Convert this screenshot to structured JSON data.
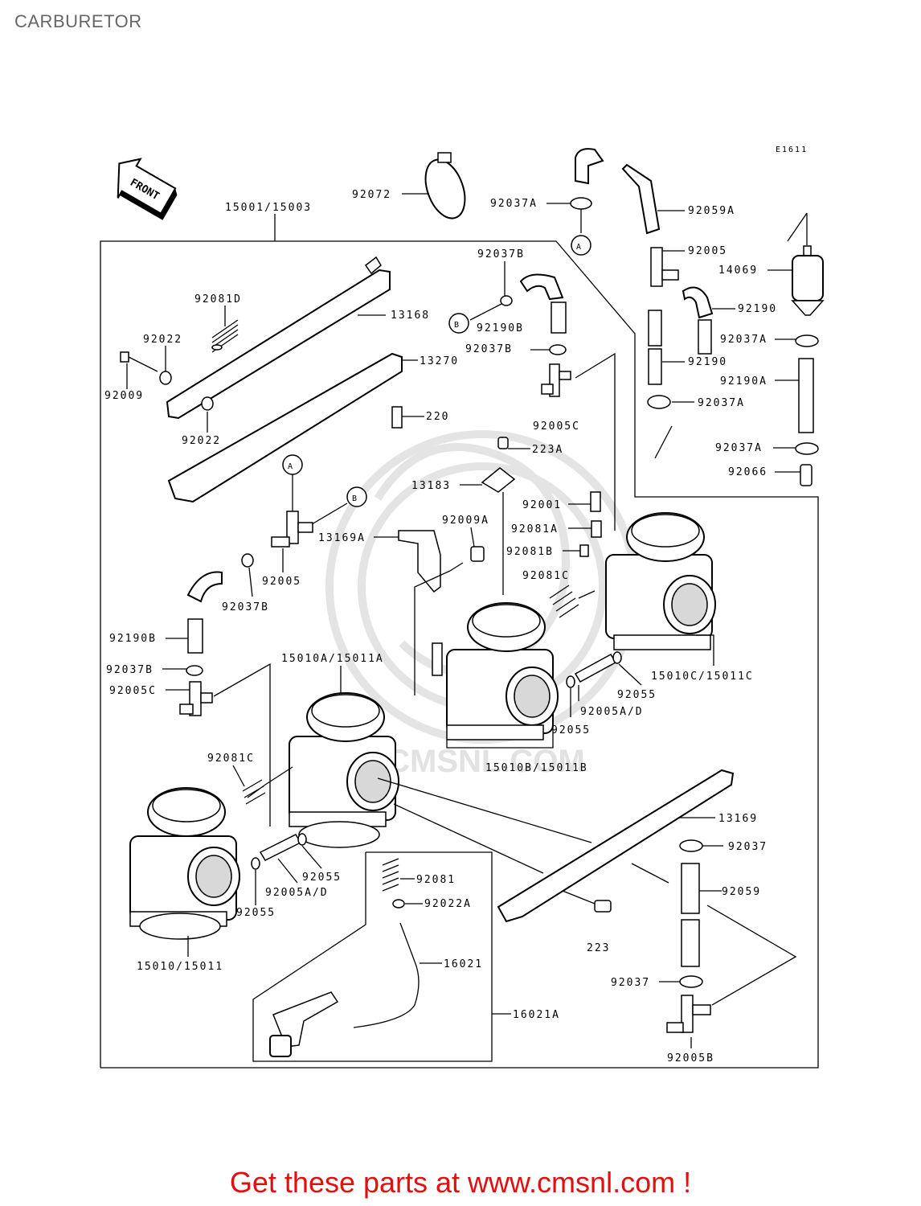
{
  "page": {
    "title": "CARBURETOR"
  },
  "diagram": {
    "figure_code": "E1611",
    "front_label": "FRONT",
    "watermark": ".CMSNL.COM",
    "callout_a": "A",
    "callout_b": "B",
    "labels": {
      "p15001_15003": "15001/15003",
      "p92072": "92072",
      "p92037A_top": "92037A",
      "p92059A": "92059A",
      "p92005_top": "92005",
      "p14069": "14069",
      "p92190_a": "92190",
      "p92037A_mid": "92037A",
      "p92190_b": "92190",
      "p92190A": "92190A",
      "p92037A_low": "92037A",
      "p92037A_bot": "92037A",
      "p92066": "92066",
      "p92037B_top": "92037B",
      "p92190B_top": "92190B",
      "p92037B_mid": "92037B",
      "p92005C_top": "92005C",
      "p92081D": "92081D",
      "p13168": "13168",
      "p92022_a": "92022",
      "p92009": "92009",
      "p13270": "13270",
      "p220": "220",
      "p92022_b": "92022",
      "p223A": "223A",
      "p13183": "13183",
      "p92001": "92001",
      "p92081A": "92081A",
      "p92081B": "92081B",
      "p13169A": "13169A",
      "p92009A": "92009A",
      "p92005_mid": "92005",
      "p92037B_left": "92037B",
      "p92081C_right": "92081C",
      "p92190B_left": "92190B",
      "p92037B_left2": "92037B",
      "p92005C_left": "92005C",
      "p15010A_15011A": "15010A/15011A",
      "p15010C_15011C": "15010C/15011C",
      "p92055_right": "92055",
      "p92005AD_right": "92005A/D",
      "p92055_mid": "92055",
      "p15010B_15011B": "15010B/15011B",
      "p92081C_left": "92081C",
      "p13169": "13169",
      "p92037_a": "92037",
      "p92055_left": "92055",
      "p92005AD_left": "92005A/D",
      "p92055_left2": "92055",
      "p92081": "92081",
      "p92022A": "92022A",
      "p92059": "92059",
      "p223": "223",
      "p16021": "16021",
      "p15010_15011": "15010/15011",
      "p92037_b": "92037",
      "p16021A": "16021A",
      "p92005B": "92005B"
    }
  },
  "footer": {
    "cta": "Get these parts at www.cmsnl.com !"
  }
}
